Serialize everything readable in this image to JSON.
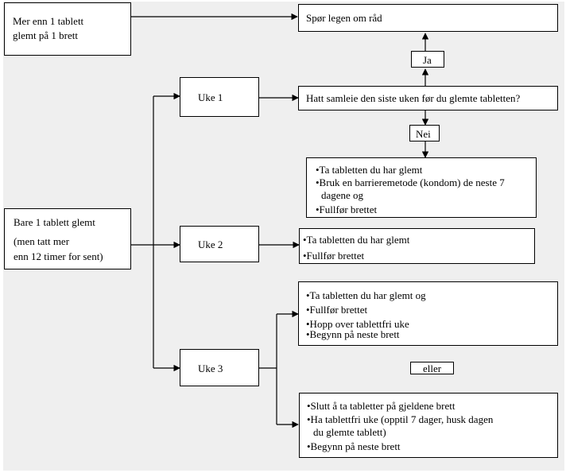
{
  "boxes": {
    "more_than_one": {
      "line1": "Mer enn 1 tablett",
      "line2": "glemt på 1 brett"
    },
    "ask_doctor": "Spør legen om råd",
    "only_one": {
      "line1": "Bare 1 tablett glemt",
      "line2": "(men tatt mer",
      "line3": "enn 12 timer for sent)"
    },
    "week1": "Uke 1",
    "week2": "Uke 2",
    "week3": "Uke 3",
    "question": "Hatt samleie den siste uken før du glemte tabletten?",
    "yes": "Ja",
    "no": "Nei",
    "or": "eller",
    "week1_actions": [
      "•Ta tabletten du har glemt",
      "•Bruk en barrieremetode (kondom) de neste 7",
      "dagene og",
      "•Fullfør brettet"
    ],
    "week2_actions": [
      "•Ta tabletten du har glemt",
      "•Fullfør brettet"
    ],
    "week3_option_a": [
      "•Ta tabletten du har glemt og",
      "•Fullfør brettet",
      "•Hopp over tablettfri uke",
      "•Begynn på neste brett"
    ],
    "week3_option_b": [
      "•Slutt å ta tabletter på gjeldene brett",
      "•Ha tablettfri uke (opptil 7 dager, husk dagen",
      "du glemte tablett)",
      "•Begynn på neste brett"
    ]
  }
}
